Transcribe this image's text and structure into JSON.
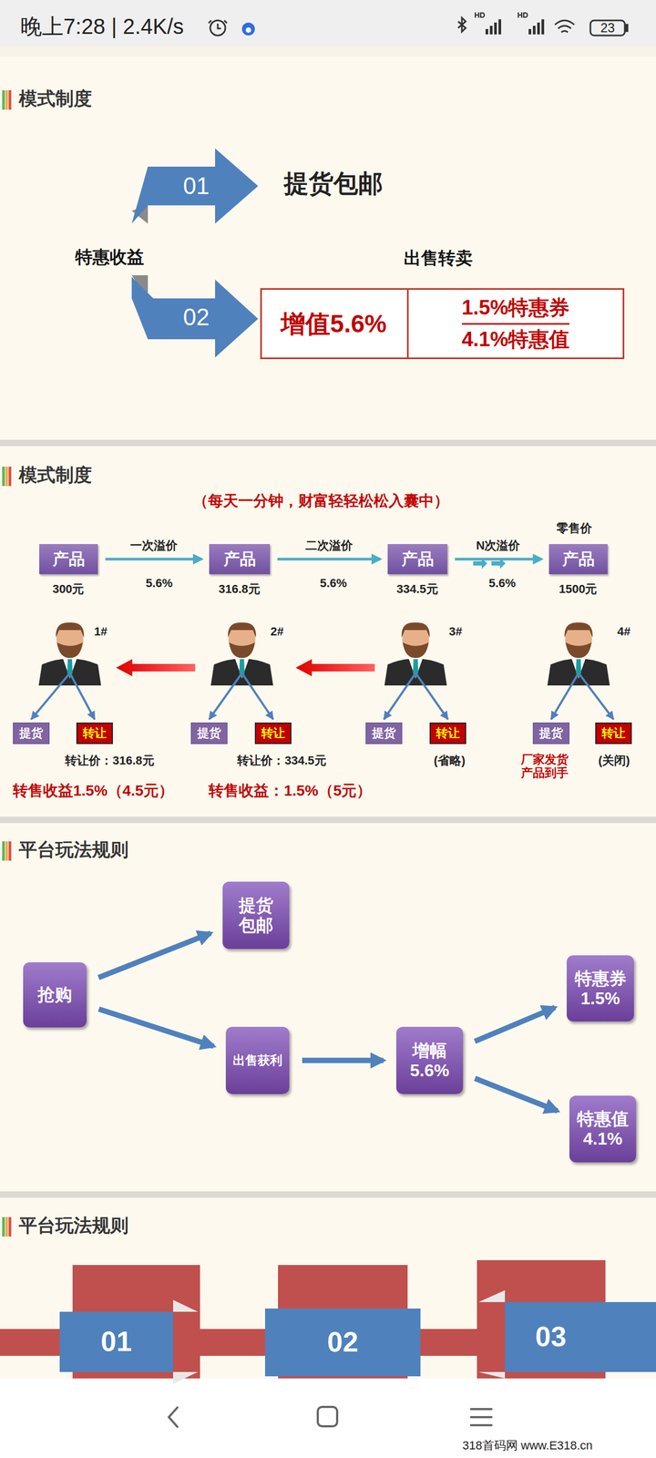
{
  "diagram": {
    "nodes": [
      {
        "text": [
          "01"
        ]
      },
      {
        "text": [
          "02"
        ]
      },
      {
        "text": [
          "增值5.6%"
        ]
      },
      {
        "text": [
          "1.5%特惠券",
          "4.1%特惠值"
        ],
        "in": 2
      },
      {
        "text": [
          "产品"
        ]
      },
      {
        "text": [
          "产品"
        ]
      },
      {
        "text": [
          "产品"
        ]
      },
      {
        "text": [
          "产品"
        ]
      },
      {
        "text": [
          "提货"
        ]
      },
      {
        "text": [
          "转让"
        ]
      },
      {
        "text": [
          "提货"
        ]
      },
      {
        "text": [
          "转让"
        ]
      },
      {
        "text": [
          "提货"
        ]
      },
      {
        "text": [
          "转让"
        ]
      },
      {
        "text": [
          "提货"
        ]
      },
      {
        "text": [
          "转让"
        ]
      },
      {
        "text": [
          "抢购"
        ]
      },
      {
        "text": [
          "提货 包邮"
        ]
      },
      {
        "text": [
          "出售获利"
        ]
      },
      {
        "text": [
          "增幅 5.6%"
        ]
      },
      {
        "text": [
          "特惠券 1.5%"
        ]
      },
      {
        "text": [
          "特惠值 4.1%"
        ]
      },
      {
        "text": [
          "01"
        ]
      },
      {
        "text": [
          "02"
        ]
      },
      {
        "text": [
          "03"
        ]
      }
    ],
    "edges": [
      {
        "from": 4,
        "to": 5,
        "arrow": "to",
        "label": "一次溢价"
      },
      {
        "from": 5,
        "to": 6,
        "arrow": "to",
        "label": "二次溢价"
      },
      {
        "from": 6,
        "to": 7,
        "arrow": "to",
        "label": "N次溢价"
      },
      {
        "from": 16,
        "to": 17,
        "arrow": "to"
      },
      {
        "from": 16,
        "to": 18,
        "arrow": "to"
      },
      {
        "from": 18,
        "to": 19,
        "arrow": "to"
      },
      {
        "from": 19,
        "to": 20,
        "arrow": "to"
      },
      {
        "from": 19,
        "to": 21,
        "arrow": "to"
      }
    ],
    "labels": [
      "晚上7:28 | 2.4K/s",
      "HD",
      "HD",
      "23",
      "模式制度",
      "提货包邮",
      "特惠收益",
      "出售转卖",
      "模式制度",
      "（每天一分钟，财富轻轻松松入囊中）",
      "300元",
      "5.6%",
      "316.8元",
      "5.6%",
      "334.5元",
      "5.6%",
      "零售价",
      "1500元",
      "1#",
      "2#",
      "3#",
      "4#",
      "转让价：316.8元",
      "转让价：334.5元",
      "(省略)",
      "厂家发货 产品到手",
      "(关闭)",
      "转售收益1.5%（4.5元）",
      "转售收益：1.5%（5元）",
      "平台玩法规则",
      "平台玩法规则",
      "318首码网 www.E318.cn"
    ]
  }
}
